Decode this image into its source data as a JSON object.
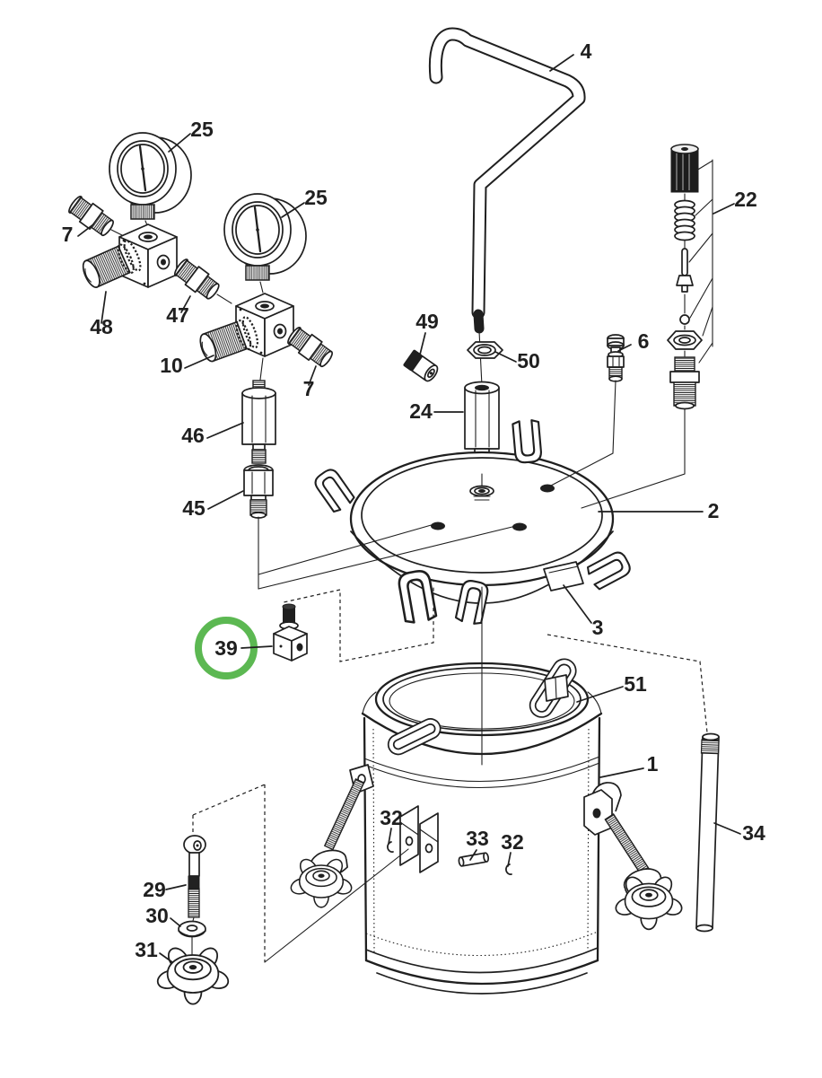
{
  "figure": {
    "type": "exploded-parts-diagram",
    "subject": "pressure tank assembly line drawing",
    "background_color": "#ffffff",
    "line_color": "#1f1f1f",
    "highlight_color": "#5cb852",
    "highlighted_callout": "39"
  },
  "unique_part_numbers": [
    "1",
    "2",
    "3",
    "4",
    "6",
    "7",
    "10",
    "22",
    "24",
    "25",
    "29",
    "30",
    "31",
    "32",
    "33",
    "34",
    "39",
    "45",
    "46",
    "47",
    "48",
    "49",
    "50",
    "51"
  ],
  "callouts": [
    {
      "label": "4"
    },
    {
      "label": "25"
    },
    {
      "label": "25"
    },
    {
      "label": "7"
    },
    {
      "label": "7"
    },
    {
      "label": "48"
    },
    {
      "label": "47"
    },
    {
      "label": "10"
    },
    {
      "label": "22"
    },
    {
      "label": "49"
    },
    {
      "label": "50"
    },
    {
      "label": "24"
    },
    {
      "label": "6"
    },
    {
      "label": "46"
    },
    {
      "label": "45"
    },
    {
      "label": "2"
    },
    {
      "label": "3"
    },
    {
      "label": "39"
    },
    {
      "label": "51"
    },
    {
      "label": "1"
    },
    {
      "label": "34"
    },
    {
      "label": "32"
    },
    {
      "label": "33"
    },
    {
      "label": "32"
    },
    {
      "label": "29"
    },
    {
      "label": "30"
    },
    {
      "label": "31"
    }
  ]
}
